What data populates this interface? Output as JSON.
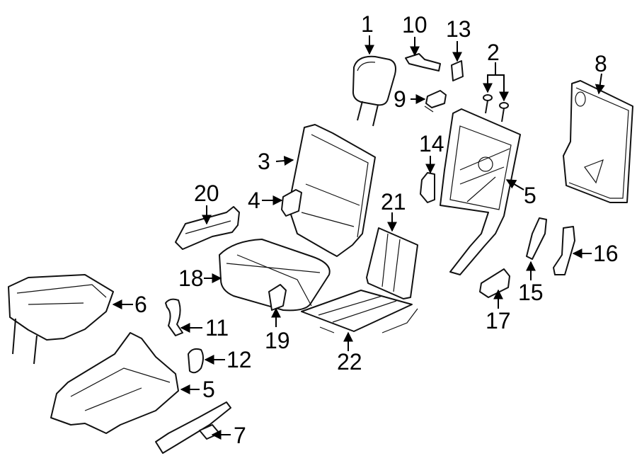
{
  "callouts": [
    {
      "id": "c1",
      "text": "1"
    },
    {
      "id": "c2",
      "text": "2"
    },
    {
      "id": "c3",
      "text": "3"
    },
    {
      "id": "c4",
      "text": "4"
    },
    {
      "id": "c5a",
      "text": "5"
    },
    {
      "id": "c5b",
      "text": "5"
    },
    {
      "id": "c6",
      "text": "6"
    },
    {
      "id": "c7",
      "text": "7"
    },
    {
      "id": "c8",
      "text": "8"
    },
    {
      "id": "c9",
      "text": "9"
    },
    {
      "id": "c10",
      "text": "10"
    },
    {
      "id": "c11",
      "text": "11"
    },
    {
      "id": "c12",
      "text": "12"
    },
    {
      "id": "c13",
      "text": "13"
    },
    {
      "id": "c14",
      "text": "14"
    },
    {
      "id": "c15",
      "text": "15"
    },
    {
      "id": "c16",
      "text": "16"
    },
    {
      "id": "c17",
      "text": "17"
    },
    {
      "id": "c18",
      "text": "18"
    },
    {
      "id": "c19",
      "text": "19"
    },
    {
      "id": "c20",
      "text": "20"
    },
    {
      "id": "c21",
      "text": "21"
    },
    {
      "id": "c22",
      "text": "22"
    }
  ]
}
